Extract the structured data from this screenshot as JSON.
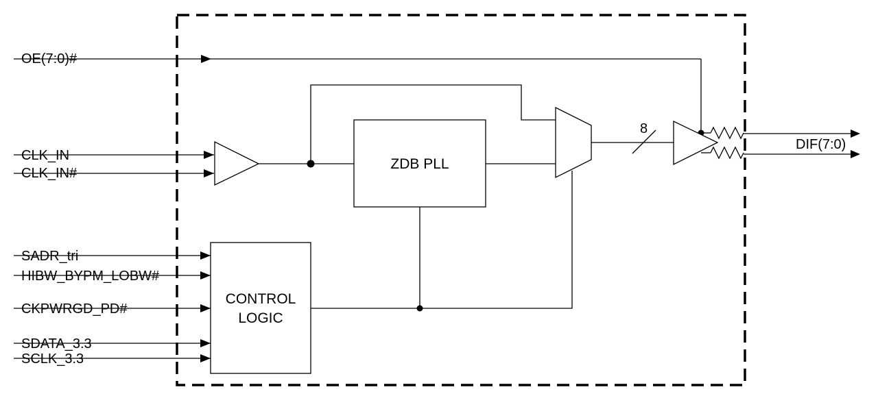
{
  "inputs": {
    "oe": "OE(7:0)#",
    "clk_in": "CLK_IN",
    "clk_in_n": "CLK_IN#",
    "sadr": "SADR_tri",
    "hibw": "HIBW_BYPM_LOBW#",
    "ckpwrgd": "CKPWRGD_PD#",
    "sdata": "SDATA_3.3",
    "sclk": "SCLK_3.3"
  },
  "blocks": {
    "pll": "ZDB PLL",
    "control_line1": "CONTROL",
    "control_line2": "LOGIC"
  },
  "bus_width": "8",
  "outputs": {
    "dif": "DIF(7:0)"
  }
}
